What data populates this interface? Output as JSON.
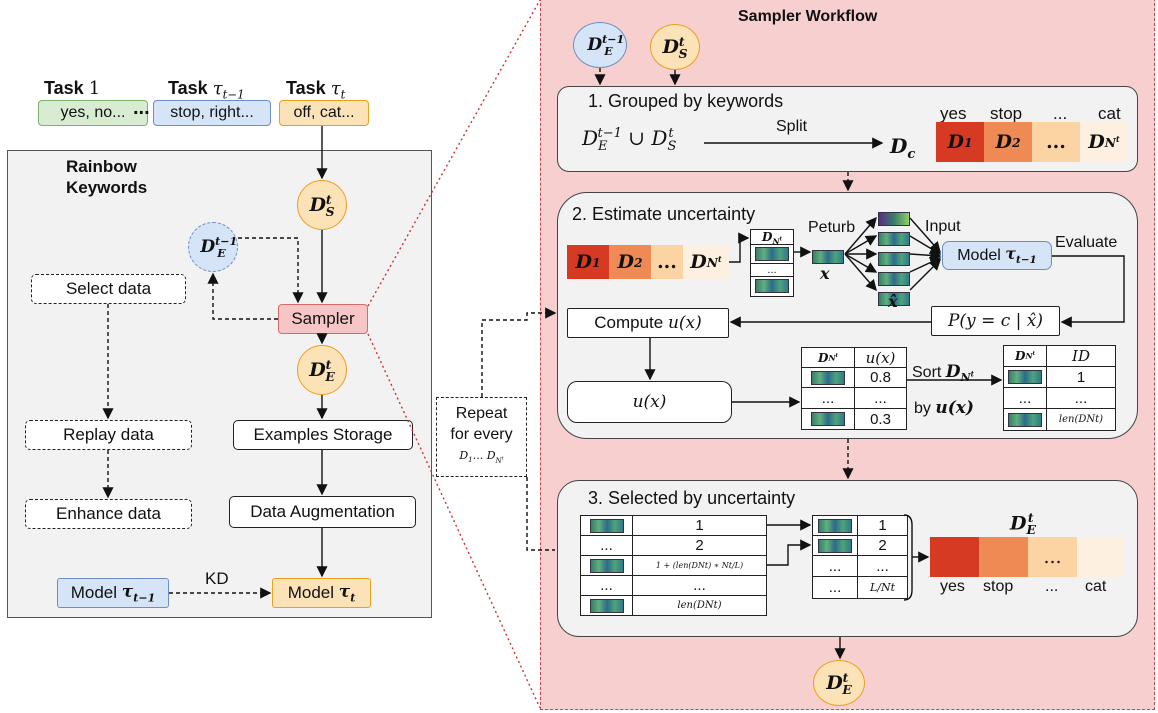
{
  "left": {
    "task1_label": "Task 1",
    "task_prev_label": "Task τt−1",
    "task_cur_label": "Task τt",
    "ellipsis": "...",
    "task1_keywords": "yes, no...",
    "task_prev_keywords": "stop, right...",
    "task_cur_keywords": "off, cat...",
    "panel_title_1": "Rainbow",
    "panel_title_2": "Keywords",
    "select_data": "Select data",
    "replay_data": "Replay data",
    "enhance_data": "Enhance data",
    "sampler": "Sampler",
    "examples_storage": "Examples Storage",
    "data_augmentation": "Data Augmentation",
    "model_prev": "Model τt−1",
    "model_cur": "Model τt",
    "kd": "KD",
    "ds": "D",
    "ds_sup": "t",
    "ds_sub": "S",
    "de_prev": "D",
    "de_prev_sup": "t−1",
    "de_prev_sub": "E",
    "de": "D",
    "de_sup": "t",
    "de_sub": "E"
  },
  "repeat": {
    "line1": "Repeat",
    "line2": "for every",
    "line3": "D1... DNt"
  },
  "right": {
    "title": "Sampler Workflow",
    "step1": "1. Grouped by keywords",
    "union": "DEt−1 ∪ DSt",
    "split": "Split",
    "dc": "Dc",
    "keywords": [
      "yes",
      "stop",
      "...",
      "cat"
    ],
    "step2": "2. Estimate uncertainty",
    "peturb": "Peturb",
    "input": "Input",
    "model_prev": "Model τt−1",
    "evaluate": "Evaluate",
    "x": "x",
    "x_hat": "x̂",
    "prob": "P(y = c | x̂)",
    "compute": "Compute u(x)",
    "ux": "u(x)",
    "table1_header": [
      "DNt",
      "u(x)"
    ],
    "table1_values": [
      "0.8",
      "...",
      "0.3"
    ],
    "sort_line1": "Sort DNt",
    "sort_line2": "by u(x)",
    "table2_header": [
      "DNt",
      "ID"
    ],
    "table2_values": [
      "1",
      "...",
      "len(DNt)"
    ],
    "step3": "3. Selected by uncertainty",
    "table3_values": [
      "1",
      "2",
      "1 + (len(DNt) ∗ Nt/L)",
      "...",
      "len(DNt)"
    ],
    "table4_values": [
      "1",
      "2",
      "...",
      "L/Nt"
    ],
    "de_label": "DEt",
    "output_keywords": [
      "yes",
      "stop",
      "...",
      "cat"
    ],
    "ellipsis": "..."
  },
  "colors": {
    "heat1": "#d63a22",
    "heat2": "#f08a55",
    "heat3": "#fcd3a3",
    "heat4": "#fef0e0",
    "panel_pink": "#f8cfcf",
    "panel_gray": "#f2f2f2"
  }
}
